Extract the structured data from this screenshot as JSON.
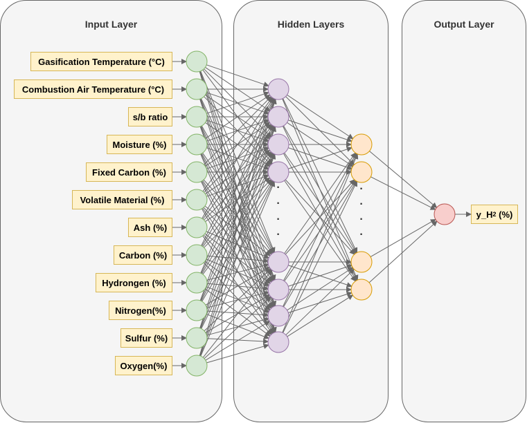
{
  "panels": {
    "input_title": "Input Layer",
    "hidden_title": "Hidden Layers",
    "output_title": "Output Layer"
  },
  "inputs": [
    "Gasification Temperature (°C)",
    "Combustion Air Temperature (°C)",
    "s/b ratio",
    "Moisture (%)",
    "Fixed Carbon (%)",
    "Volatile Material (%)",
    "Ash (%)",
    "Carbon (%)",
    "Hydrongen (%)",
    "Nitrogen(%)",
    "Sulfur (%)",
    "Oxygen(%)"
  ],
  "output": {
    "label_prefix": "y_H",
    "label_subscript": "2",
    "label_suffix": " (%)"
  },
  "ellipsis_glyph": "·",
  "colors": {
    "panel_fill": "#f5f5f5",
    "panel_stroke": "#666666",
    "label_fill": "#fff2cc",
    "label_stroke": "#d6b656",
    "input_node_fill": "#d5e8d4",
    "input_node_stroke": "#82b366",
    "hidden1_node_fill": "#e1d5e7",
    "hidden1_node_stroke": "#9673a6",
    "hidden2_node_fill": "#ffe6cc",
    "hidden2_node_stroke": "#d79b00",
    "output_node_fill": "#f8cecc",
    "output_node_stroke": "#b85450",
    "edge": "#666666"
  }
}
